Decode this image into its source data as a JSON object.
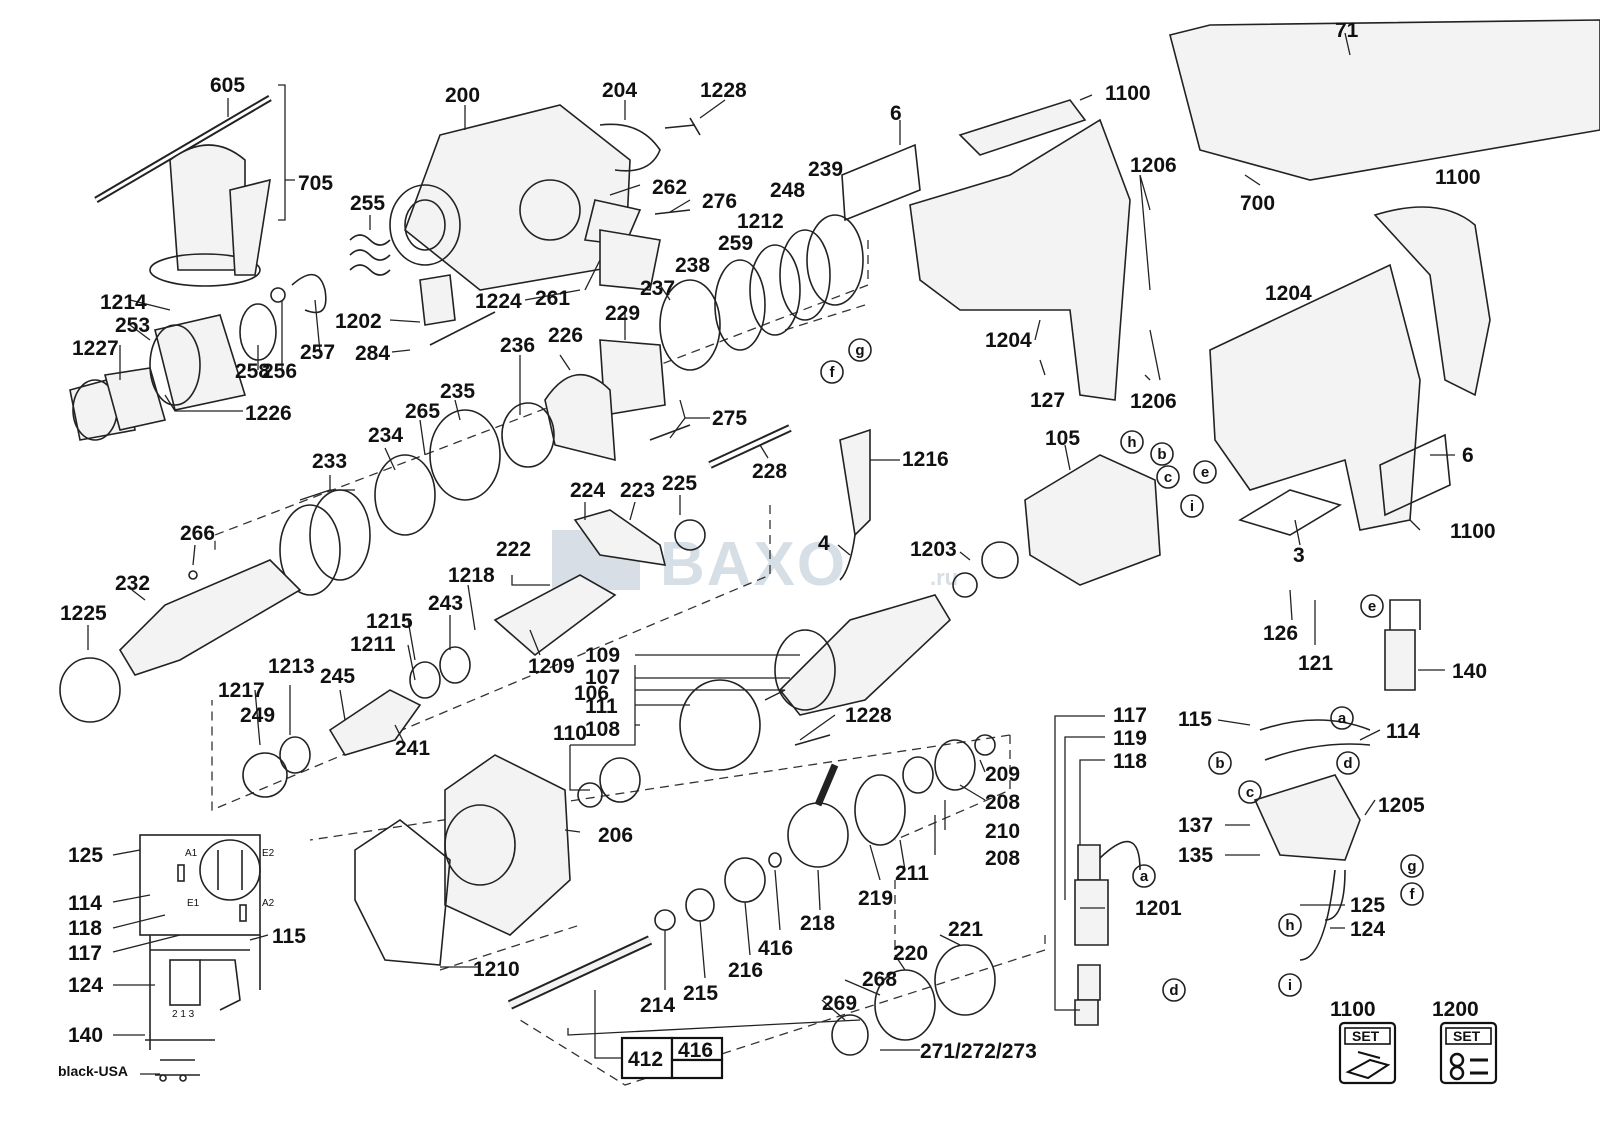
{
  "watermark": {
    "brand": "BAXO",
    "suffix": ".ru"
  },
  "parts": {
    "p605": "605",
    "p705": "705",
    "p200": "200",
    "p204": "204",
    "p1228a": "1228",
    "p1100a": "1100",
    "p71": "71",
    "p700": "700",
    "p255": "255",
    "p262": "262",
    "p276": "276",
    "p239": "239",
    "p248": "248",
    "p6a": "6",
    "p1212": "1212",
    "p259": "259",
    "p238": "238",
    "p1206a": "1206",
    "p1100b": "1100",
    "p1214": "1214",
    "p253": "253",
    "p1227": "1227",
    "p1202": "1202",
    "p1224": "1224",
    "p261": "261",
    "p237": "237",
    "p229": "229",
    "p258": "258",
    "p256": "256",
    "p257": "257",
    "p284": "284",
    "p1226": "1226",
    "p236": "236",
    "p226": "226",
    "p1204a": "1204",
    "p1204b": "1204",
    "p127": "127",
    "p1206b": "1206",
    "p235": "235",
    "p265": "265",
    "p275": "275",
    "p234": "234",
    "p233": "233",
    "p228": "228",
    "p1216": "1216",
    "p105": "105",
    "p6b": "6",
    "p1100c": "1100",
    "p266": "266",
    "p224": "224",
    "p223": "223",
    "p225": "225",
    "p4": "4",
    "p1203": "1203",
    "p3": "3",
    "p222": "222",
    "p232": "232",
    "p1218": "1218",
    "p243": "243",
    "p1225": "1225",
    "p1215": "1215",
    "p1211": "1211",
    "p1209": "1209",
    "p109": "109",
    "p107": "107",
    "p106": "106",
    "p111": "111",
    "p108": "108",
    "p126": "126",
    "p121": "121",
    "p140a": "140",
    "p1213": "1213",
    "p245": "245",
    "p1217": "1217",
    "p249": "249",
    "p241": "241",
    "p1228b": "1228",
    "p110": "110",
    "p117a": "117",
    "p119": "119",
    "p118a": "118",
    "p115a": "115",
    "p114a": "114",
    "p209": "209",
    "p208a": "208",
    "p210": "210",
    "p208b": "208",
    "p206": "206",
    "p1205": "1205",
    "p137": "137",
    "p135": "135",
    "p211": "211",
    "p219": "219",
    "p218": "218",
    "p1201": "1201",
    "p125a": "125",
    "p124a": "124",
    "p416a": "416",
    "p216": "216",
    "p215": "215",
    "p214": "214",
    "p221": "221",
    "p220": "220",
    "p268": "268",
    "p269": "269",
    "p1210": "1210",
    "p412": "412",
    "p416b": "416",
    "p271": "271/272/273",
    "p125b": "125",
    "p114b": "114",
    "p118b": "118",
    "p117b": "117",
    "p115b": "115",
    "p124b": "124",
    "p140b": "140",
    "p1100set": "1100",
    "p1200set": "1200"
  },
  "leads": {
    "h1": "h",
    "b1": "b",
    "c1": "c",
    "e1": "e",
    "i1": "i",
    "f1": "f",
    "g1": "g",
    "e2": "e",
    "a1": "a",
    "a2": "a",
    "b2": "b",
    "c2": "c",
    "d1": "d",
    "d2": "d",
    "g2": "g",
    "f2": "f",
    "h2": "h",
    "i2": "i"
  },
  "schematic": {
    "a1": "A1",
    "e2": "E2",
    "e1": "E1",
    "a2": "A2",
    "switch_pins": "2  1  3",
    "black_usa": "black-USA"
  },
  "set_badge": "SET"
}
